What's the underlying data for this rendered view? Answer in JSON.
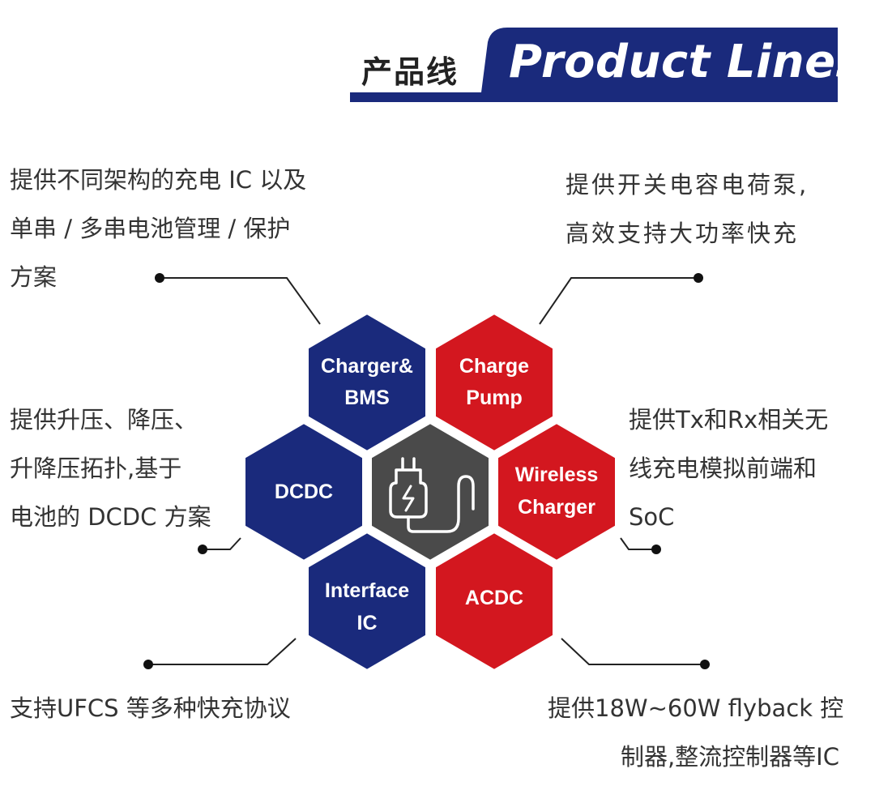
{
  "header": {
    "title_cn": "产品线",
    "title_en": "Product Lines"
  },
  "descriptions": {
    "left_top": [
      "提供不同架构的充电 IC 以及",
      "单串 / 多串电池管理 / 保护",
      "方案"
    ],
    "right_top": [
      "提供开关电容电荷泵,",
      "高效支持大功率快充"
    ],
    "left_mid": [
      "提供升压、降压、",
      "升降压拓扑,基于",
      "电池的 DCDC 方案"
    ],
    "right_mid": [
      "提供Tx和Rx相关无",
      "线充电模拟前端和",
      "SoC"
    ],
    "left_bottom": [
      "支持UFCS 等多种快充协议"
    ],
    "right_bottom": [
      "提供18W~60W flyback 控",
      "制器,整流控制器等IC"
    ]
  },
  "hexagons": {
    "charger_bms": [
      "Charger&",
      "BMS"
    ],
    "charge_pump": [
      "Charge",
      "Pump"
    ],
    "dcdc": [
      "DCDC"
    ],
    "wireless_charger": [
      "Wireless",
      "Charger"
    ],
    "interface_ic": [
      "Interface",
      "IC"
    ],
    "acdc": [
      "ACDC"
    ],
    "center_icon": "charger-plug-icon"
  },
  "colors": {
    "navy": "#1a2a7c",
    "red": "#d3171f",
    "center_gray": "#4a4a4a",
    "header_bar": "#1a2a7c"
  }
}
